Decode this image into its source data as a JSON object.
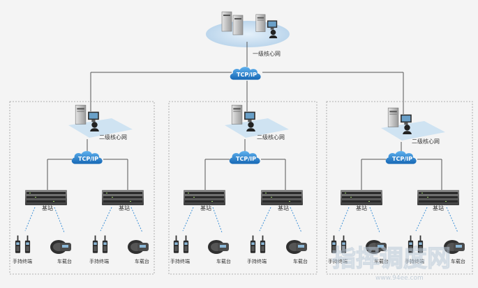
{
  "diagram": {
    "core": {
      "label": "一级核心网",
      "cloud_label": "TCP/IP"
    },
    "regions": [
      {
        "core_label": "二级核心网",
        "cloud_label": "TCP/IP",
        "stations": [
          {
            "label": "基站",
            "handheld": "手持终端",
            "vehicle": "车载台"
          },
          {
            "label": "基站",
            "handheld": "手持终端",
            "vehicle": "车载台"
          }
        ]
      },
      {
        "core_label": "二级核心网",
        "cloud_label": "TCP/IP",
        "stations": [
          {
            "label": "基站",
            "handheld": "手持终端",
            "vehicle": "车载台"
          },
          {
            "label": "基站",
            "handheld": "手持终端",
            "vehicle": "车载台"
          }
        ]
      },
      {
        "core_label": "二级核心网",
        "cloud_label": "TCP/IP",
        "stations": [
          {
            "label": "基站",
            "handheld": "手持终端",
            "vehicle": "车载台"
          },
          {
            "label": "基站",
            "handheld": "手持终端",
            "vehicle": "车载台"
          }
        ]
      }
    ]
  },
  "watermark": {
    "text": "指挥调度网",
    "url": "www.94ee.com"
  },
  "colors": {
    "cloud": "#1e7fd0",
    "core_ellipse": "#cfe3f2",
    "line": "#555555",
    "wireless": "#3a8fd6",
    "region_border": "#999999"
  }
}
